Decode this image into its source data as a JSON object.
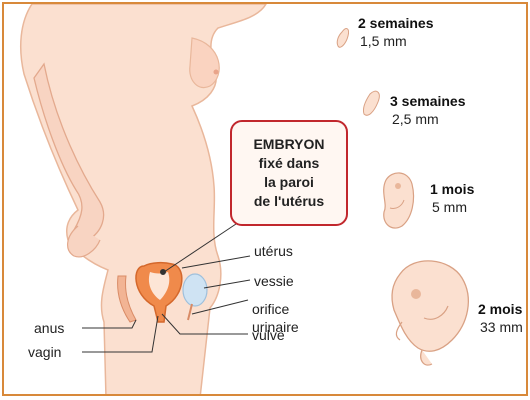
{
  "callout": {
    "lines": [
      "EMBRYON",
      "fixé dans",
      "la paroi",
      "de l'utérus"
    ]
  },
  "anatomy_labels": {
    "uterus": "utérus",
    "bladder": "vessie",
    "urinary_orifice_line1": "orifice",
    "urinary_orifice_line2": "urinaire",
    "vulva": "vulve",
    "anus": "anus",
    "vagina": "vagin"
  },
  "stages": [
    {
      "title": "2 semaines",
      "size": "1,5 mm"
    },
    {
      "title": "3 semaines",
      "size": "2,5 mm"
    },
    {
      "title": "1 mois",
      "size": "5 mm"
    },
    {
      "title": "2 mois",
      "size": "33 mm"
    }
  ],
  "colors": {
    "skin": "#fbe0d0",
    "skin_outline": "#e9b79b",
    "uterus": "#f08a4b",
    "bladder": "#cfe3f3",
    "callout_border": "#c1272d",
    "frame_border": "#d8893a"
  }
}
